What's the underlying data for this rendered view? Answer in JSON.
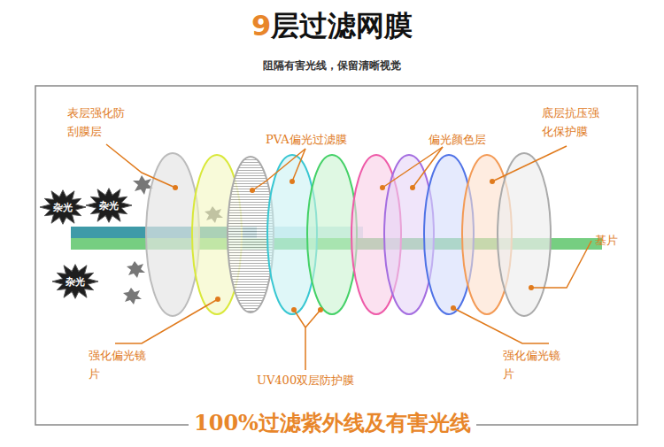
{
  "diagram": {
    "title": "9层过滤网膜",
    "caption": "100%过滤紫外线及有害光线",
    "nodes": [
      {
        "text": [
          "杂光"
        ]
      },
      {
        "text": [
          "杂光"
        ]
      },
      {
        "text": [
          "杂光"
        ]
      }
    ],
    "labels": [
      "阻隔有害光线，保留清晰视觉",
      "表层强化防刮膜层",
      "PVA偏光过滤膜",
      "偏光颜色层",
      "底层抗压强化保护膜",
      "基片",
      "强化偏光镜片",
      "UV400双层防护膜",
      "强化偏光镜片"
    ]
  }
}
